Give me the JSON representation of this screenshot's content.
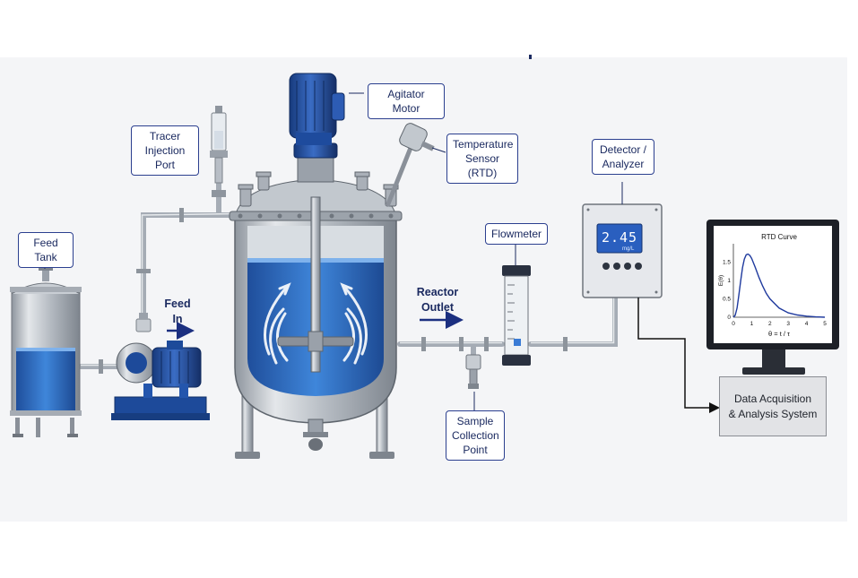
{
  "labels": {
    "tracer_injection_port": "Tracer\nInjection Port",
    "agitator_motor": "Agitator Motor",
    "temperature_sensor": "Temperature\nSensor (RTD)",
    "feed_tank": "Feed Tank",
    "feed_in": "Feed\nIn",
    "reactor_outlet": "Reactor\nOutlet",
    "flowmeter": "Flowmeter",
    "sample_collection_point": "Sample\nCollection\nPoint",
    "detector_analyzer": "Detector /\nAnalyzer",
    "data_acquisition": "Data Acquisition\n& Analysis System"
  },
  "detector": {
    "reading": "2.45",
    "unit": "mg/L"
  },
  "chart_data": {
    "type": "line",
    "title": "RTD Curve",
    "xlabel": "θ = t / τ",
    "ylabel": "E(θ)",
    "xlim": [
      0,
      5
    ],
    "ylim": [
      0,
      2
    ],
    "xticks": [
      "0",
      "1",
      "2",
      "3",
      "4",
      "5"
    ],
    "yticks": [
      "0",
      "0.5",
      "1",
      "1.5"
    ],
    "series": [
      {
        "x": [
          0,
          0.1,
          0.2,
          0.3,
          0.4,
          0.5,
          0.6,
          0.7,
          0.8,
          0.9,
          1.0,
          1.2,
          1.4,
          1.6,
          1.8,
          2.0,
          2.5,
          3.0,
          3.5,
          4.0,
          4.5,
          5.0
        ],
        "y": [
          0,
          0.05,
          0.25,
          0.6,
          1.0,
          1.35,
          1.58,
          1.7,
          1.72,
          1.68,
          1.6,
          1.35,
          1.08,
          0.85,
          0.65,
          0.5,
          0.25,
          0.12,
          0.06,
          0.03,
          0.01,
          0.0
        ],
        "color": "#1f3a9e"
      }
    ],
    "grid": false
  },
  "colors": {
    "label_border": "#2b3f8f",
    "label_text": "#1b2a60",
    "liquid": "#2f6fd0",
    "pump_blue": "#1f4fa3",
    "steel": "#b8bec6"
  }
}
